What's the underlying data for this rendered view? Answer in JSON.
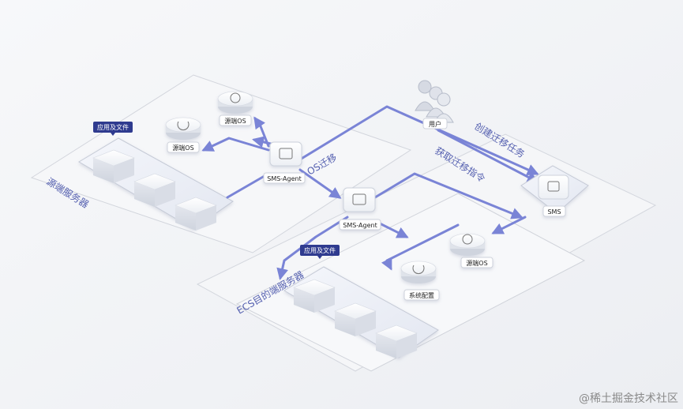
{
  "diagram": {
    "regions": {
      "source_servers": "源端服务器",
      "ecs_target_servers": "ECS目的端服务器"
    },
    "badges": {
      "source_app_files": "应用及文件",
      "target_app_files": "应用及文件"
    },
    "nodes": {
      "source_os_top": "源端OS",
      "source_os_left": "源端OS",
      "sms_agent_source": "SMS-Agent",
      "sms_agent_target": "SMS-Agent",
      "user": "用户",
      "sms": "SMS",
      "source_os_target": "源端OS",
      "system_config": "系统配置"
    },
    "flows": {
      "os_migration": "OS迁移",
      "create_task": "创建迁移任务",
      "fetch_command": "获取迁移指令"
    }
  },
  "watermark": "@稀土掘金技术社区",
  "colors": {
    "flow": "#7a84d6",
    "badge": "#2f3b8f",
    "region_label": "#5560b0"
  }
}
